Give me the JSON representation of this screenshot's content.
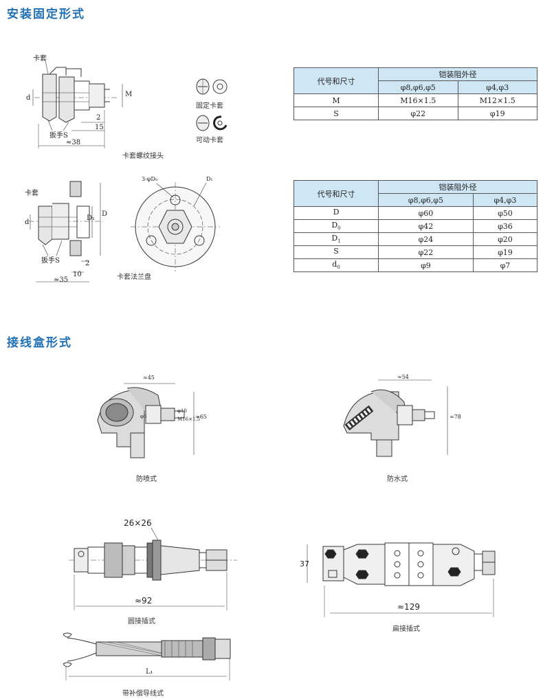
{
  "section1": {
    "title": "安装固定形式"
  },
  "section2": {
    "title": "接线盒形式"
  },
  "fig1": {
    "caption": "卡套螺纹接头",
    "ferrule": "卡套",
    "wrench": "扳手S",
    "dim_d": "d",
    "dim_M": "M",
    "dim_2": "2",
    "dim_15": "15",
    "dim_38": "≈38"
  },
  "ferrule_types": {
    "fixed": "固定卡套",
    "movable": "可动卡套"
  },
  "fig2": {
    "caption": "卡套法兰盘",
    "ferrule": "卡套",
    "wrench": "扳手S",
    "dim_d": "d",
    "dim_D1": "D₁",
    "dim_D": "D",
    "dim_10": "10",
    "dim_2": "2",
    "dim_35": "≈35",
    "holes": "3-φD₀",
    "dim_D1_flange": "D₁"
  },
  "table1": {
    "header_left": "代号和尺寸",
    "header_group": "铠装阻外径",
    "col1": "φ8,φ6,φ5",
    "col2": "φ4,φ3",
    "rows": [
      {
        "key": "M",
        "v1": "M16×1.5",
        "v2": "M12×1.5"
      },
      {
        "key": "S",
        "v1": "φ22",
        "v2": "φ19"
      }
    ]
  },
  "table2": {
    "header_left": "代号和尺寸",
    "header_group": "铠装阻外径",
    "col1": "φ8,φ6,φ5",
    "col2": "φ4,φ3",
    "rows": [
      {
        "key": "D",
        "sub": "",
        "v1": "φ60",
        "v2": "φ50"
      },
      {
        "key": "D",
        "sub": "0",
        "v1": "φ42",
        "v2": "φ36"
      },
      {
        "key": "D",
        "sub": "1",
        "v1": "φ24",
        "v2": "φ20"
      },
      {
        "key": "S",
        "sub": "",
        "v1": "φ22",
        "v2": "φ19"
      },
      {
        "key": "d",
        "sub": "0",
        "v1": "φ9",
        "v2": "φ7"
      }
    ]
  },
  "box1": {
    "caption": "防喷式",
    "dim_w": "≈45",
    "dim_h": "≈65",
    "dim_a": "φ6",
    "dim_b": "φ10",
    "dim_c": "M16×1.5"
  },
  "box2": {
    "caption": "防水式",
    "dim_w": "≈54",
    "dim_h": "≈78"
  },
  "plug_round": {
    "caption": "圆接插式",
    "dim_hex": "26×26",
    "dim_len": "≈92"
  },
  "plug_flat": {
    "caption": "扁接插式",
    "dim_h": "37",
    "dim_len": "≈129"
  },
  "cable": {
    "caption": "带补偿导线式",
    "dim_len": "L₁"
  }
}
